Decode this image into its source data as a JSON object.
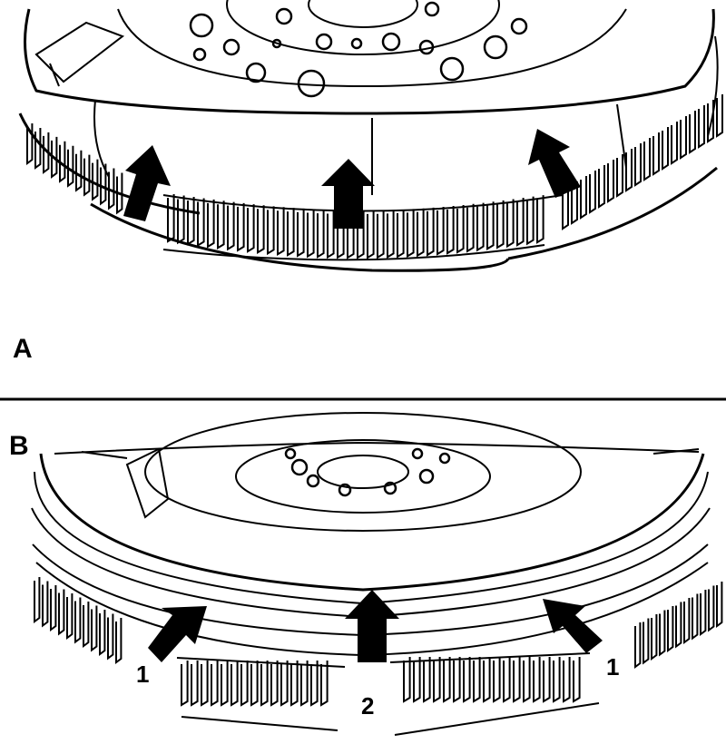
{
  "panels": [
    {
      "id": "a",
      "label": "A"
    },
    {
      "id": "b",
      "label": "B"
    }
  ],
  "callouts": {
    "left": "1",
    "center": "2",
    "right": "1"
  },
  "colors": {
    "line": "#000000",
    "background": "#ffffff"
  },
  "icons": {
    "arrow": "up-arrow-icon"
  }
}
